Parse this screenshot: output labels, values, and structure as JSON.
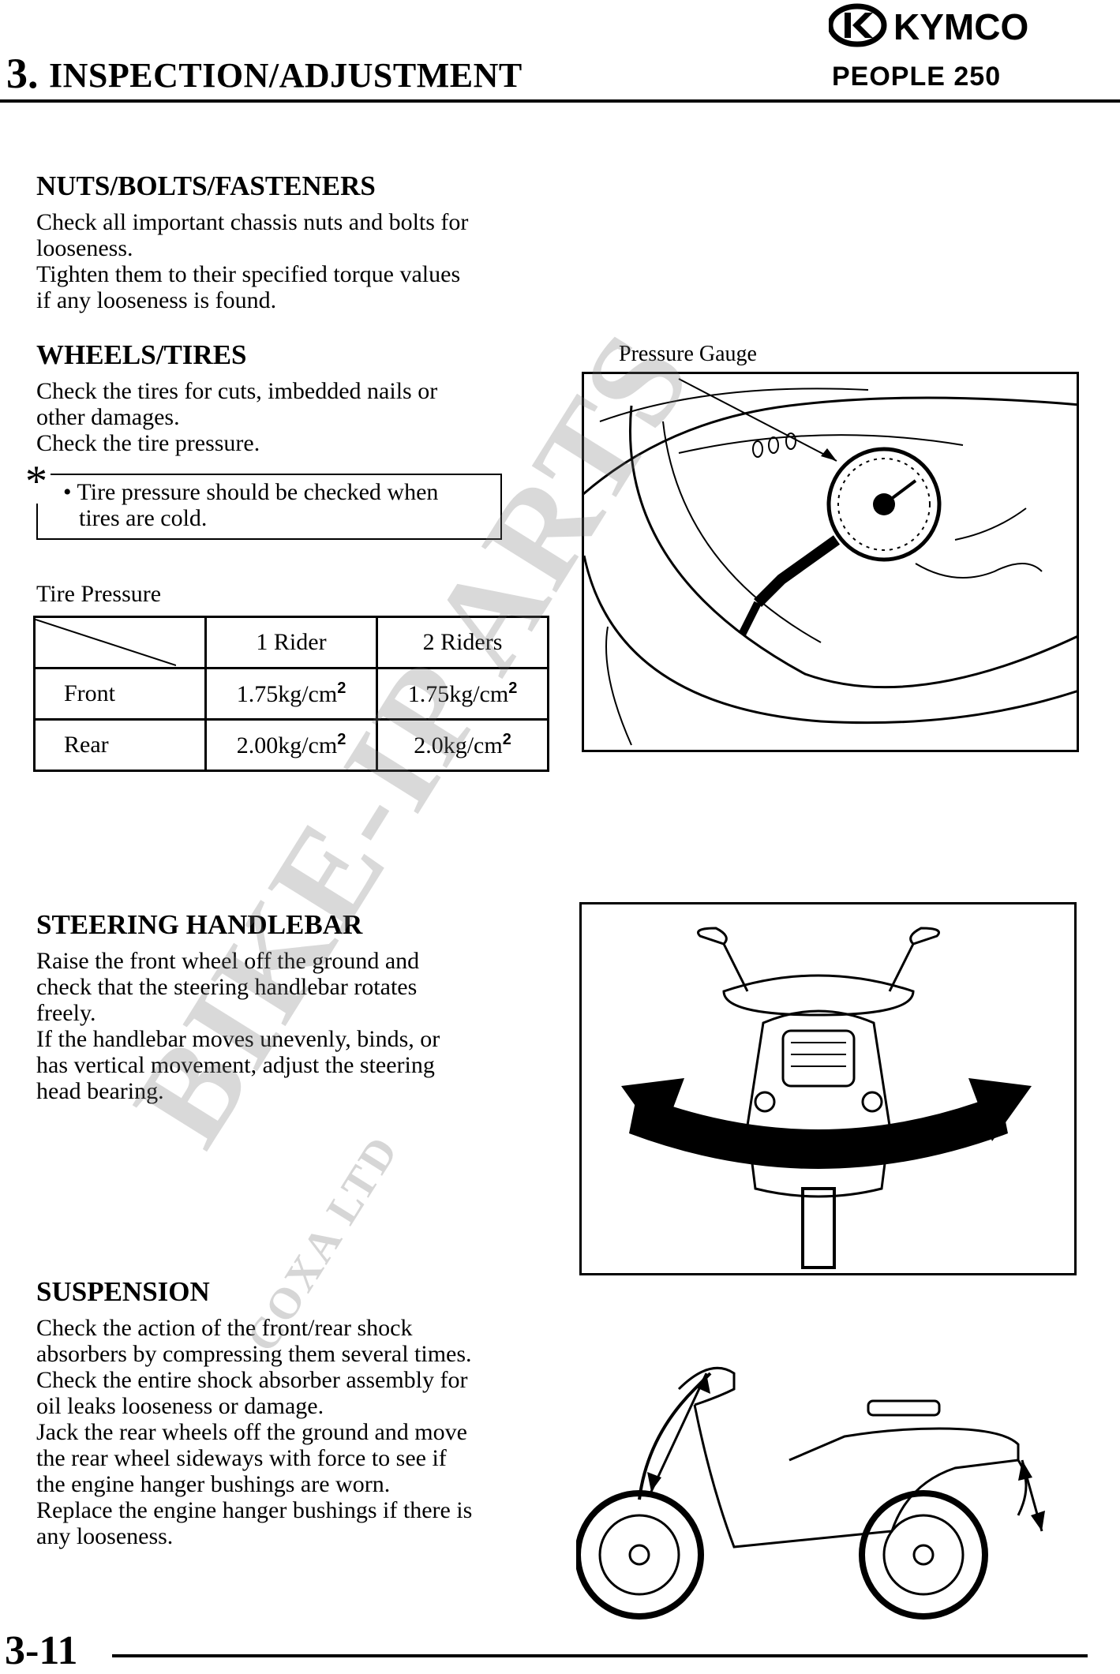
{
  "header": {
    "section_number": "3.",
    "chapter_title": "INSPECTION/ADJUSTMENT",
    "brand": "KYMCO",
    "model": "PEOPLE 250"
  },
  "nuts": {
    "heading": "NUTS/BOLTS/FASTENERS",
    "lines": [
      "Check all important chassis nuts and bolts for",
      "looseness.",
      "Tighten them to their specified torque values",
      "if any looseness is found."
    ]
  },
  "wheels": {
    "heading": "WHEELS/TIRES",
    "lines": [
      "Check the tires for cuts, imbedded nails or",
      "other damages.",
      "Check the tire pressure."
    ],
    "note_star": "*",
    "note_lines": [
      "• Tire pressure should be checked when",
      "tires are cold."
    ],
    "table_caption": "Tire Pressure",
    "figure_caption": "Pressure Gauge"
  },
  "tire_table": {
    "headers": [
      "",
      "1 Rider",
      "2 Riders"
    ],
    "rows": [
      {
        "label": "Front",
        "rider1": "1.75kg/cm",
        "rider2": "1.75kg/cm"
      },
      {
        "label": "Rear",
        "rider1": "2.00kg/cm",
        "rider2": "2.0kg/cm"
      }
    ],
    "unit_exp": "2"
  },
  "steering": {
    "heading": "STEERING HANDLEBAR",
    "lines": [
      "Raise the front wheel off the ground and",
      "check that the steering handlebar rotates",
      "freely.",
      "If the handlebar moves unevenly, binds, or",
      "has vertical movement, adjust the steering",
      "head bearing."
    ]
  },
  "suspension": {
    "heading": "SUSPENSION",
    "lines": [
      "Check the action of the front/rear shock",
      "absorbers by compressing them several times.",
      "Check the entire shock absorber assembly for",
      "oil leaks looseness or damage.",
      "Jack the rear wheels off the ground and move",
      "the rear wheel sideways with force to see if",
      "the engine hanger bushings are worn.",
      "Replace the engine hanger bushings if there is",
      "any looseness."
    ]
  },
  "watermark": {
    "main": "BIKE-IP ARTS",
    "sub": "COXA LTD"
  },
  "footer": {
    "page_number": "3-11"
  }
}
